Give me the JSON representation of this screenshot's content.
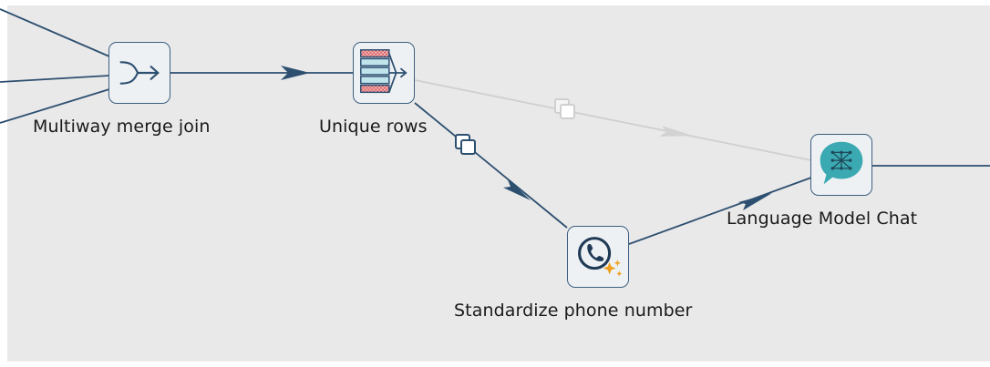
{
  "steps": {
    "merge": {
      "label": "Multiway merge join",
      "icon": "merge-arrow-icon"
    },
    "unique": {
      "label": "Unique rows",
      "icon": "unique-rows-icon"
    },
    "phone": {
      "label": "Standardize phone number",
      "icon": "phone-sparkle-icon"
    },
    "llm": {
      "label": "Language Model Chat",
      "icon": "chat-network-icon"
    }
  },
  "hops": {
    "merge_to_unique": {
      "state": "enabled"
    },
    "unique_to_phone": {
      "state": "enabled",
      "badge_icon": "copy-rows-icon"
    },
    "unique_to_llm": {
      "state": "disabled",
      "badge_icon": "copy-rows-icon"
    },
    "phone_to_llm": {
      "state": "enabled"
    }
  },
  "colors": {
    "canvas": "#e9e9e9",
    "hop": "#2d4f70",
    "hop_disabled": "#cfcfcf",
    "step_border": "#3c5f80",
    "teal": "#3aa9b1",
    "orange": "#f0a020",
    "red_pattern": "#d9555a"
  }
}
